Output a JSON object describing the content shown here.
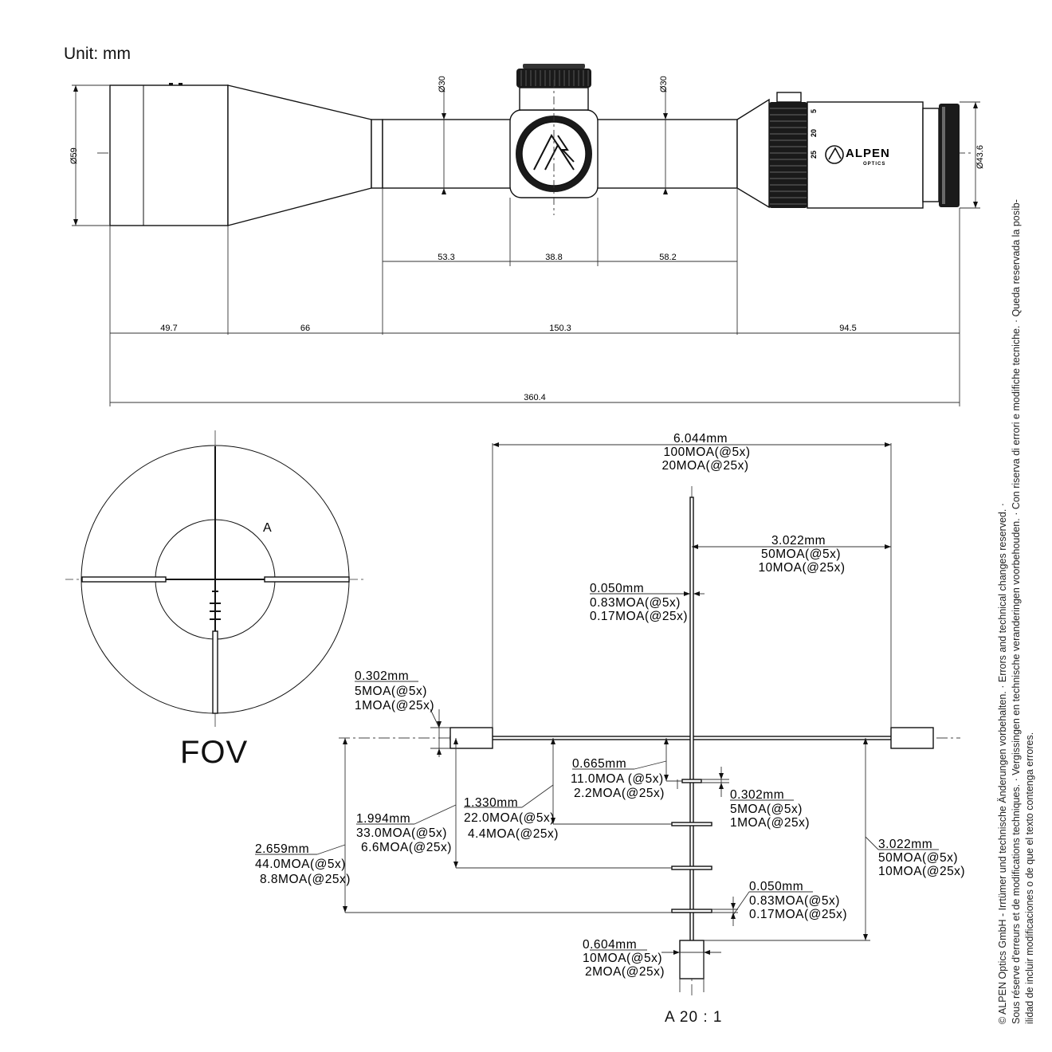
{
  "header": {
    "unit": "Unit: mm"
  },
  "side_view": {
    "dims": {
      "objective_dia": "Ø59",
      "tube_dia_front": "Ø30",
      "tube_dia_rear": "Ø30",
      "eyepiece_dia": "Ø43.6",
      "turret_front": "53.3",
      "turret_width": "38.8",
      "turret_rear": "58.2",
      "objective_len": "49.7",
      "bell_len": "66",
      "tube_len": "150.3",
      "ocular_len": "94.5",
      "total_len": "360.4"
    },
    "mag_ring_numbers": [
      "5",
      "20",
      "25"
    ],
    "brand": {
      "name": "ALPEN",
      "sub": "OPTICS"
    }
  },
  "fov": {
    "title": "FOV",
    "detail_label": "A"
  },
  "reticle_detail": {
    "scale": "A 20 : 1",
    "top_span": [
      "6.044mm",
      "100MOA(@5x)",
      "20MOA(@25x)"
    ],
    "half_span": [
      "3.022mm",
      "50MOA(@5x)",
      "10MOA(@25x)"
    ],
    "line_top": [
      "0.050mm",
      "0.83MOA(@5x)",
      "0.17MOA(@25x)"
    ],
    "post_height": [
      "0.302mm",
      "5MOA(@5x)",
      "1MOA(@25x)"
    ],
    "hash_1": [
      "0.665mm",
      "11.0MOA (@5x)",
      "2.2MOA(@25x)"
    ],
    "hash_post": [
      "0.302mm",
      "5MOA(@5x)",
      "1MOA(@25x)"
    ],
    "hash_2": [
      "1.330mm",
      "22.0MOA(@5x)",
      "4.4MOA(@25x)"
    ],
    "hash_3": [
      "1.994mm",
      "33.0MOA(@5x)",
      "6.6MOA(@25x)"
    ],
    "hash_4": [
      "2.659mm",
      "44.0MOA(@5x)",
      "8.8MOA(@25x)"
    ],
    "right_drop": [
      "3.022mm",
      "50MOA(@5x)",
      "10MOA(@25x)"
    ],
    "line_bottom": [
      "0.050mm",
      "0.83MOA(@5x)",
      "0.17MOA(@25x)"
    ],
    "bottom_post": [
      "0.604mm",
      "10MOA(@5x)",
      "2MOA(@25x)"
    ]
  },
  "legal": [
    "© ALPEN Optics GmbH - Irrtümer und technische Änderungen vorbehalten. · Errors and technical changes reserved. ·",
    "Sous réserve d'erreurs et de modifications techniques. · Vergissingen en technische veranderingen voorbehouden. · Con riserva di errori e modifiche tecniche. · Queda reservada la posib-",
    "ilidad de incluir modificaciones o de que el texto contenga errores."
  ]
}
